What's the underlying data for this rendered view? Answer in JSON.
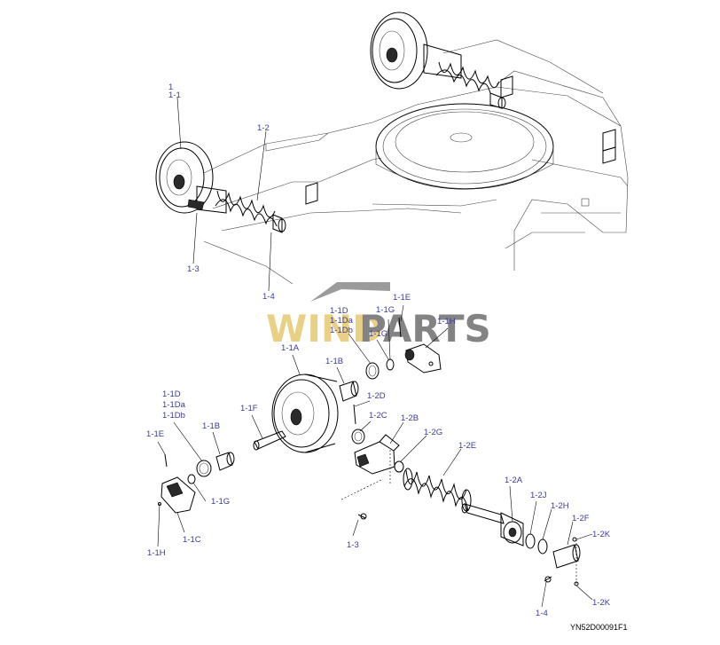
{
  "diagram": {
    "drawing_code": "YN52D00091F1",
    "watermark": {
      "part_a": "WIND",
      "part_b": "PARTS",
      "color_a": "#e6c870",
      "color_b": "#6e6e6e"
    },
    "callout_color": "#3a3a9a",
    "callouts": {
      "assembly_1": "1",
      "assembly_1_1": "1-1",
      "c_1_2_top": "1-2",
      "c_1_3_top": "1-3",
      "c_1_4_top": "1-4",
      "c_1_1E_right": "1-1E",
      "c_1_1D_right": "1-1D",
      "c_1_1Da_right": "1-1Da",
      "c_1_1Db_right": "1-1Db",
      "c_1_1G_right_a": "1-1G",
      "c_1_1G_right_b": "1-1G",
      "c_1_1H_right": "1-1H",
      "c_1_1A": "1-1A",
      "c_1_1B_right": "1-1B",
      "c_1_1D_left": "1-1D",
      "c_1_1Da_left": "1-1Da",
      "c_1_1Db_left": "1-1Db",
      "c_1_1E_left": "1-1E",
      "c_1_1B_left": "1-1B",
      "c_1_1F": "1-1F",
      "c_1_1G_left": "1-1G",
      "c_1_1C": "1-1C",
      "c_1_1H_left": "1-1H",
      "c_1_2D": "1-2D",
      "c_1_2C": "1-2C",
      "c_1_2B": "1-2B",
      "c_1_2G": "1-2G",
      "c_1_2E": "1-2E",
      "c_1_3_bottom": "1-3",
      "c_1_2A": "1-2A",
      "c_1_2J": "1-2J",
      "c_1_2H": "1-2H",
      "c_1_2F": "1-2F",
      "c_1_2K_top": "1-2K",
      "c_1_2K_bottom": "1-2K",
      "c_1_4_bottom": "1-4"
    }
  }
}
